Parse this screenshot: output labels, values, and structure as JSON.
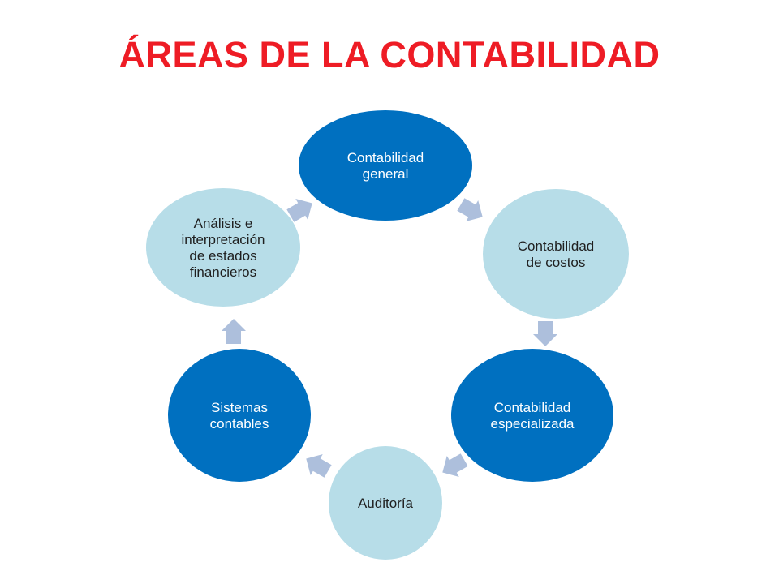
{
  "title": "ÁREAS DE LA CONTABILIDAD",
  "colors": {
    "title": "#ee1c25",
    "dark_node": "#0070c0",
    "light_node": "#b7dde8",
    "dark_text": "#ffffff",
    "light_text": "#1f1f1f",
    "arrow": "#adbfdc"
  },
  "nodes": [
    {
      "lines": [
        "Contabilidad",
        "general"
      ],
      "style": "dark"
    },
    {
      "lines": [
        "Contabilidad",
        "de costos"
      ],
      "style": "light"
    },
    {
      "lines": [
        "Contabilidad",
        "especializada"
      ],
      "style": "dark"
    },
    {
      "lines": [
        "Auditoría"
      ],
      "style": "light"
    },
    {
      "lines": [
        "Sistemas",
        "contables"
      ],
      "style": "dark"
    },
    {
      "lines": [
        "Análisis e",
        "interpretación",
        "de estados",
        "financieros"
      ],
      "style": "light"
    }
  ],
  "connector_icon": "chevron-arrow-icon"
}
